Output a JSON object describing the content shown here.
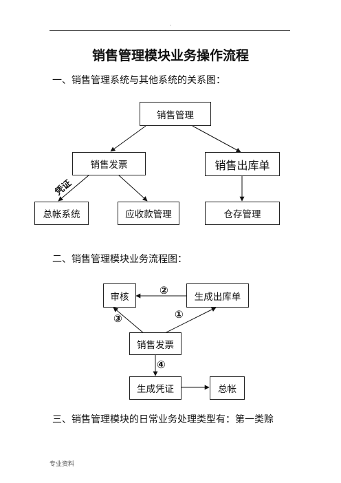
{
  "header": {
    "mark": "."
  },
  "title": "销售管理模块业务操作流程",
  "sections": {
    "s1": "一、销售管理系统与其他系统的关系图：",
    "s2": "二、销售管理模块业务流程图：",
    "s3": "三、销售管理模块的日常业务处理类型有：第一类赊"
  },
  "diagram1": {
    "top": "销售管理",
    "left_mid": "销售发票",
    "right_mid": "销售出库单",
    "bottom_1": "总帐系统",
    "bottom_2": "应收款管理",
    "bottom_3": "仓存管理",
    "edge_label": "凭证"
  },
  "diagram2": {
    "audit": "审核",
    "gen_outbound": "生成出库单",
    "invoice": "销售发票",
    "gen_voucher": "生成凭证",
    "ledger": "总帐",
    "step1": "①",
    "step2": "②",
    "step3": "③",
    "step4": "④"
  },
  "footer": "专业资料"
}
